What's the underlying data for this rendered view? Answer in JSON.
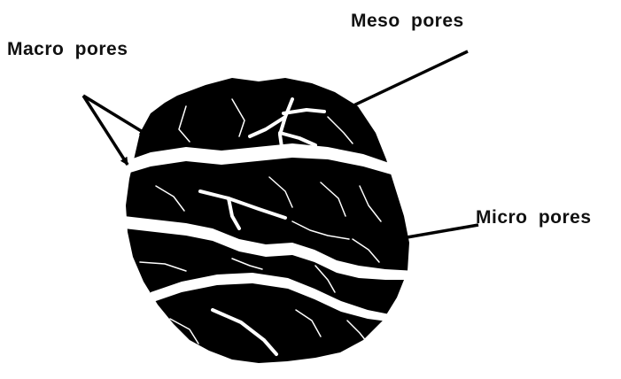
{
  "labels": {
    "macro": "Macro pores",
    "meso": "Meso pores",
    "micro": "Micro pores"
  },
  "colors": {
    "particle": "#000000",
    "pore": "#ffffff",
    "text": "#111111",
    "background": "#ffffff"
  }
}
